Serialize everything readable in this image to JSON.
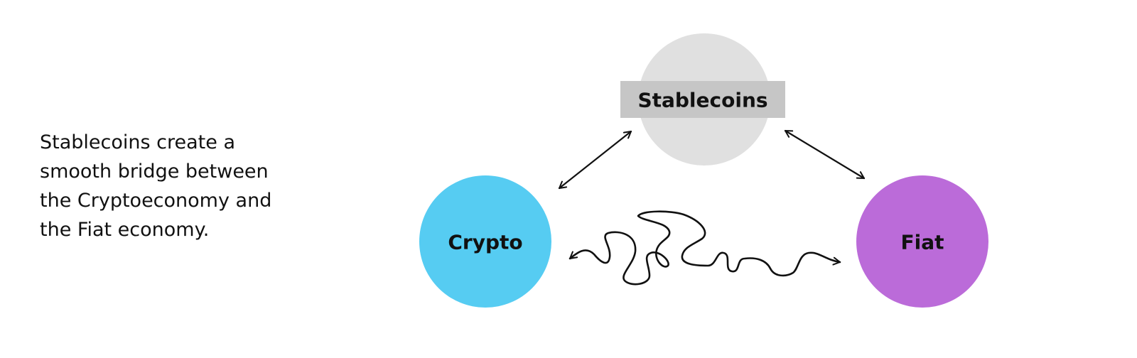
{
  "caption": {
    "lines": [
      "Stablecoins create a",
      "smooth bridge between",
      "the Cryptoeconomy and",
      "the Fiat economy."
    ]
  },
  "nodes": {
    "stablecoins": {
      "label": "Stablecoins",
      "fill": "#e0e0e0",
      "label_band": "#c6c6c6"
    },
    "crypto": {
      "label": "Crypto",
      "fill": "#56ccf2"
    },
    "fiat": {
      "label": "Fiat",
      "fill": "#bb6bd9"
    }
  },
  "connections": [
    {
      "from": "crypto",
      "to": "stablecoins",
      "style": "straight double-headed arrow"
    },
    {
      "from": "stablecoins",
      "to": "fiat",
      "style": "straight double-headed arrow"
    },
    {
      "from": "crypto",
      "to": "fiat",
      "style": "squiggly double-headed arrow"
    }
  ],
  "colors": {
    "text": "#111111",
    "arrow": "#111111",
    "background": "#ffffff"
  }
}
